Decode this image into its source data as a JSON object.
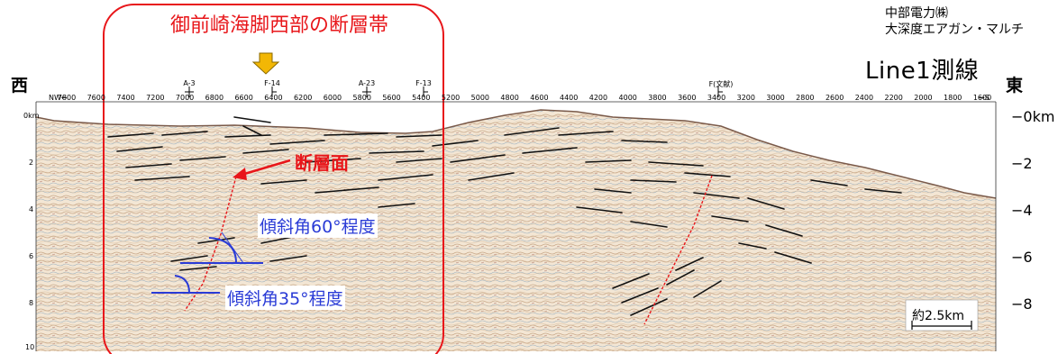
{
  "title": "御前崎海脚西部の断層帯",
  "company": {
    "line1": "中部電力㈱",
    "line2": "大深度エアガン・マルチ"
  },
  "survey_line": "Line1測線",
  "direction": {
    "west": "西",
    "east": "東",
    "nw": "NW←",
    "se": "→S"
  },
  "annotations": {
    "fault_plane": "断層面",
    "dip60": "傾斜角60°程度",
    "dip35": "傾斜角35°程度"
  },
  "wells": [
    "A-3",
    "F-14",
    "A-23",
    "F-13",
    "F(文献)"
  ],
  "cdp_ticks": [
    "7800",
    "7600",
    "7400",
    "7200",
    "7000",
    "6800",
    "6600",
    "6400",
    "6200",
    "6000",
    "5800",
    "5600",
    "5400",
    "5200",
    "5000",
    "4800",
    "4600",
    "4400",
    "4200",
    "4000",
    "3800",
    "3600",
    "3400",
    "3200",
    "3000",
    "2800",
    "2600",
    "2400",
    "2200",
    "2000",
    "1800",
    "1600"
  ],
  "depth_left": [
    "0km",
    "2",
    "4",
    "6",
    "8",
    "10"
  ],
  "depth_right": [
    "−0km",
    "−2",
    "−4",
    "−6",
    "−8"
  ],
  "scale_bar": "約2.5km",
  "colors": {
    "annotation_red": "#e8161a",
    "annotation_blue": "#2a3bd6",
    "arrow_yellow": "#f2b705"
  }
}
